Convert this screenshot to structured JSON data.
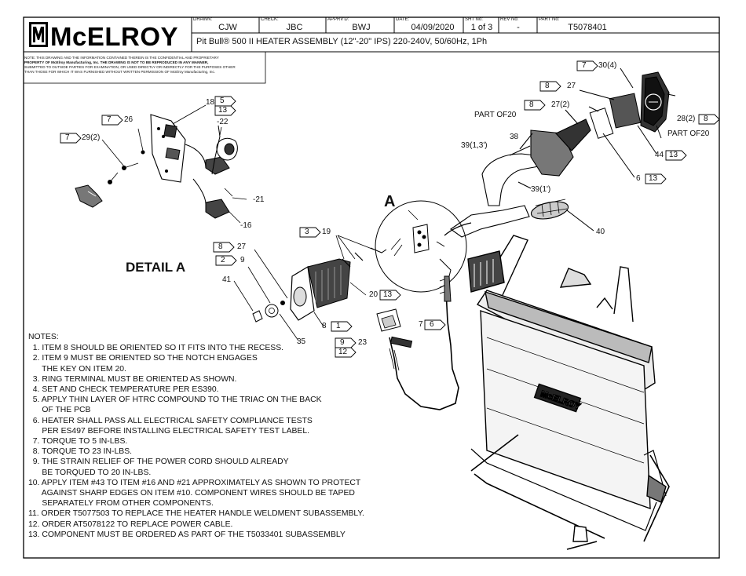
{
  "title_block": {
    "logo_text": "McELROY",
    "drawn_caption": "DRAWN:",
    "drawn_value": "CJW",
    "check_caption": "CHECK:",
    "check_value": "JBC",
    "apprvd_caption": "APPRV'D:",
    "apprvd_value": "BWJ",
    "date_caption": "DATE:",
    "date_value": "04/09/2020",
    "sht_caption": "SHT No:",
    "sht_value": "1 of 3",
    "rev_caption": "REV No:",
    "rev_value": "-",
    "part_caption": "PART No:",
    "part_value": "T5078401",
    "description": "Pit Bull® 500 II HEATER ASSEMBLY (12\"-20\" IPS) 220-240V, 50/60Hz, 1Ph"
  },
  "confidential": [
    "NOTE: THIS DRAWING AND THE INFORMATION CONTAINED THEREIN IS THE CONFIDENTIAL AND PROPRIETARY",
    "PROPERTY OF McElroy Manufacturing, Inc. THE DRAWING IS NOT TO BE REPRODUCED IN ANY MANNER,",
    "SUBMITTED TO OUTSIDE PARTIES FOR EXAMINATION, OR USED DIRECTLY OR INDIRECTLY FOR THE PURPOSES OTHER",
    "THAN THOSE FOR WHICH IT WAS FURNISHED WITHOUT WRITTEN PERMISSION OF McElroy Manufacturing, Inc."
  ],
  "detail_label": "DETAIL A",
  "detail_marker": "A",
  "notes_title": "NOTES:",
  "notes": [
    "  1. ITEM 8 SHOULD BE ORIENTED SO IT FITS INTO THE RECESS.",
    "  2. ITEM 9 MUST BE ORIENTED SO THE NOTCH ENGAGES",
    "      THE KEY ON ITEM 20.",
    "  3. RING TERMINAL MUST BE ORIENTED AS SHOWN.",
    "  4. SET AND CHECK TEMPERATURE PER ES390.",
    "  5. APPLY THIN LAYER OF HTRC COMPOUND TO THE TRIAC ON THE BACK",
    "      OF THE PCB",
    "  6. HEATER SHALL PASS ALL ELECTRICAL SAFETY COMPLIANCE TESTS",
    "      PER ES497 BEFORE INSTALLING ELECTRICAL SAFETY TEST LABEL.",
    "  7. TORQUE TO 5 IN-LBS.",
    "  8. TORQUE TO 23 IN-LBS.",
    "  9. THE STRAIN RELIEF OF THE POWER CORD SHOULD ALREADY",
    "      BE TORQUED TO 20 IN-LBS.",
    "10. APPLY ITEM #43 TO ITEM #16 AND #21 APPROXIMATELY AS SHOWN TO PROTECT",
    "      AGAINST SHARP EDGES ON ITEM #10. COMPONENT WIRES SHOULD BE TAPED",
    "      SEPARATELY FROM OTHER COMPONENTS.",
    "11. ORDER T5077503 TO REPLACE THE HEATER HANDLE WELDMENT SUBASSEMBLY.",
    "12. ORDER AT5078122 TO REPLACE POWER CABLE.",
    "13. COMPONENT MUST BE ORDERED AS PART OF THE T5033401 SUBASSEMBLY"
  ],
  "callouts": {
    "c30": "30(4)",
    "c27a": "27",
    "c27b": "27(2)",
    "c28": "28(2)",
    "part_of_20_a": "PART OF20",
    "part_of_20_b": "PART OF20",
    "c38": "38",
    "c39a": "39(1,3')",
    "c39b": "39(1')",
    "c44": "44",
    "c6": "6",
    "c40": "40",
    "c18": "18",
    "c22": "-22",
    "c21": "-21",
    "c16": "-16",
    "c26": "26",
    "c29": "29(2)",
    "c19": "19",
    "c20": "20",
    "c27c": "27",
    "c9": "9",
    "c41": "41",
    "c8": "8",
    "c35": "35",
    "c7": "7",
    "c23": "23"
  },
  "flags": {
    "f7_top": "7",
    "f8_top": "8",
    "f8_mid": "8",
    "f8_right": "8",
    "f13_44": "13",
    "f13_6": "13",
    "f5": "5",
    "f13_18": "13",
    "f7_26": "7",
    "f7_29": "7",
    "f3": "3",
    "f13_20": "13",
    "f8_27": "8",
    "f2": "2",
    "f1": "1",
    "f6": "6",
    "f9": "9",
    "f12": "12"
  }
}
